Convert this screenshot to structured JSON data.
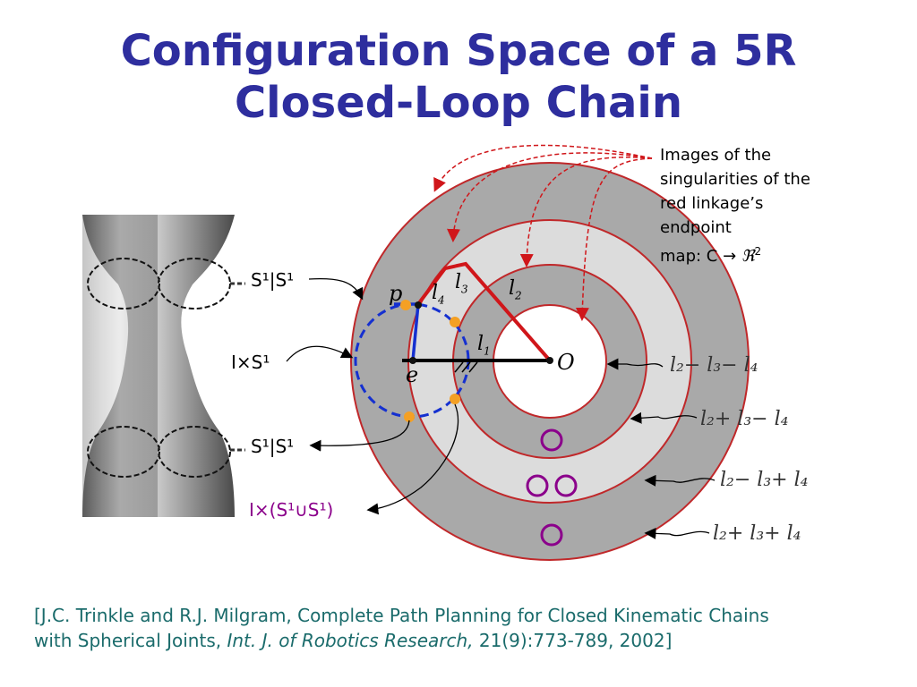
{
  "title": {
    "line1": "Configuration Space of a 5R",
    "line2": "Closed-Loop Chain"
  },
  "annotation": {
    "lines": [
      "Images of the",
      "singularities of the",
      "red linkage’s",
      "endpoint"
    ],
    "map_prefix": "map: C ",
    "map_arrow": "→",
    "map_suffix": " ℜ",
    "map_sup": "2"
  },
  "left_labels": {
    "s1s1_top": "S¹|S¹",
    "ixs1": "I×S¹",
    "s1s1_bottom": "S¹|S¹",
    "ix_union": "I×(S¹∪S¹)"
  },
  "diagram_labels": {
    "p": "p",
    "e": "e",
    "o": "O",
    "l1": "l",
    "l1_sub": "1",
    "l2": "l",
    "l2_sub": "2",
    "l3": "l",
    "l3_sub": "3",
    "l4": "l",
    "l4_sub": "4"
  },
  "radius_labels": [
    "l₂− l₃− l₄",
    "l₂+ l₃− l₄",
    "l₂− l₃+ l₄",
    "l₂+ l₃+ l₄"
  ],
  "citation": {
    "part1": "[J.C. Trinkle and R.J. Milgram, Complete Path Planning for Closed Kinematic Chains",
    "part2": "with Spherical Joints, ",
    "journal": "Int. J. of Robotics Research,",
    "part3": " 21(9):773-789, 2002]"
  },
  "colors": {
    "title": "#2e2e9e",
    "ring_dark": "#a9a9a9",
    "ring_light": "#dcdcdc",
    "ring_outline": "#c0282a",
    "red_link": "#d0161a",
    "blue_link": "#1530d0",
    "orange_dot": "#f4a024",
    "purple": "#8b008b",
    "citation": "#1a6b6b"
  }
}
